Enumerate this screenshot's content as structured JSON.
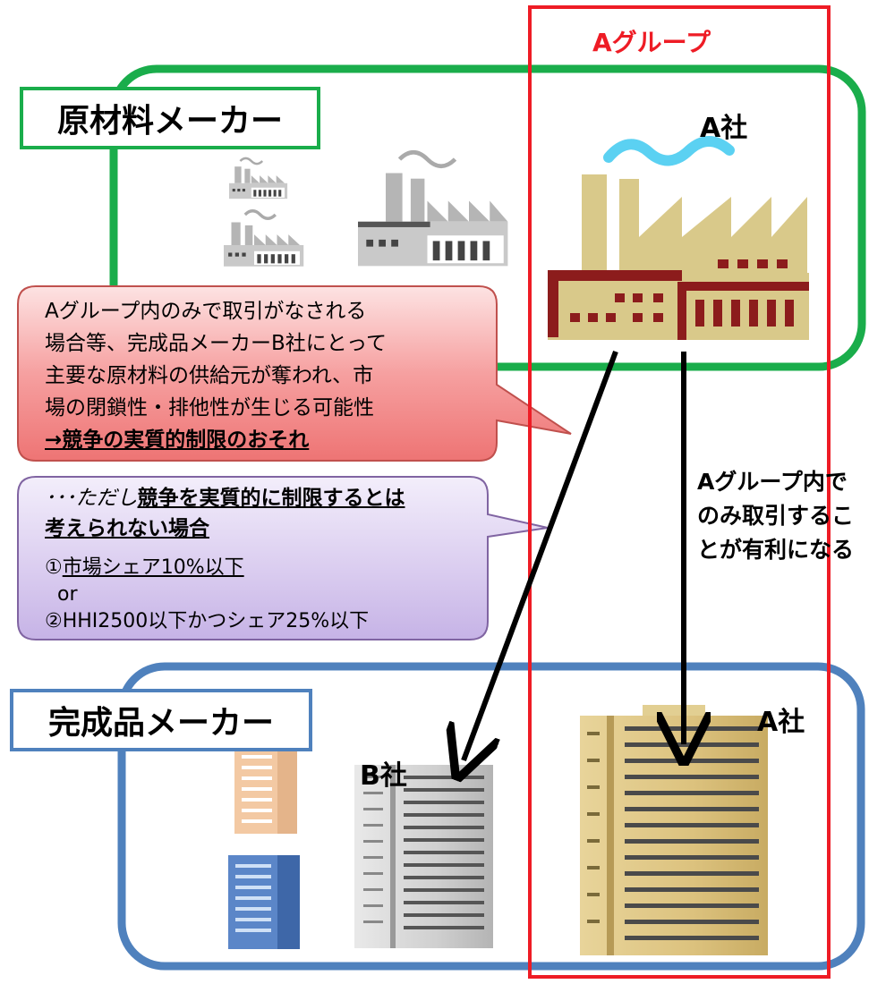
{
  "group": {
    "label": "Aグループ",
    "color": "#ee1c25"
  },
  "raw_material": {
    "label": "原材料メーカー",
    "company": "A社",
    "border_color": "#1aad4b"
  },
  "finished": {
    "label": "完成品メーカー",
    "company_a": "A社",
    "company_b": "B社",
    "border_color": "#4f81bd"
  },
  "callout_red": {
    "lines": [
      "Aグループ内のみで取引がなされる",
      "場合等、完成品メーカーB社にとって",
      "主要な原材料の供給元が奪われ、市",
      "場の閉鎖性・排他性が生じる可能性"
    ],
    "conclusion": "→競争の実質的制限のおそれ"
  },
  "callout_purple": {
    "prefix": "･･･ただし",
    "line1": "競争を実質的に制限するとは",
    "line2": "考えられない場合",
    "cond1_num": "①",
    "cond1": "市場シェア10%以下",
    "or": "or",
    "cond2": "②HHI2500以下かつシェア25%以下"
  },
  "side_note": {
    "lines": [
      "Aグループ内で",
      "のみ取引するこ",
      "とが有利になる"
    ]
  }
}
